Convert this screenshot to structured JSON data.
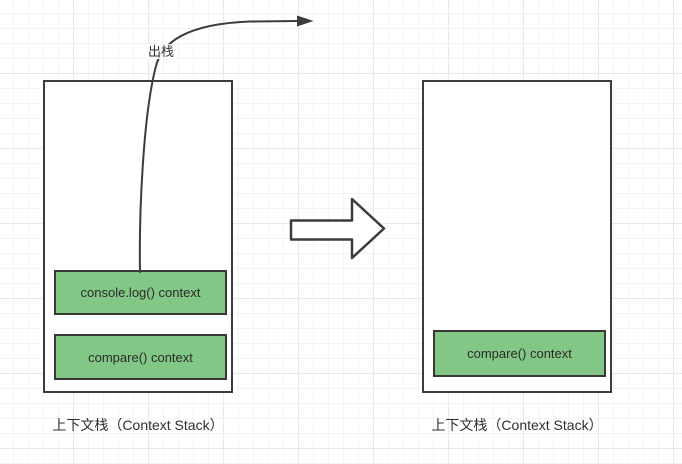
{
  "canvas": {
    "pop_label": "出栈",
    "left_stack": {
      "caption": "上下文栈（Context Stack）",
      "items": [
        {
          "label": "console.log() context"
        },
        {
          "label": "compare() context"
        }
      ]
    },
    "right_stack": {
      "caption": "上下文栈（Context Stack）",
      "items": [
        {
          "label": "compare() context"
        }
      ]
    },
    "colors": {
      "context_box_fill": "#82c785",
      "outline_stroke": "#3c3c3c",
      "grid_minor": "#f4f4f4",
      "grid_major": "#e9e9e9",
      "background": "#ffffff"
    }
  }
}
